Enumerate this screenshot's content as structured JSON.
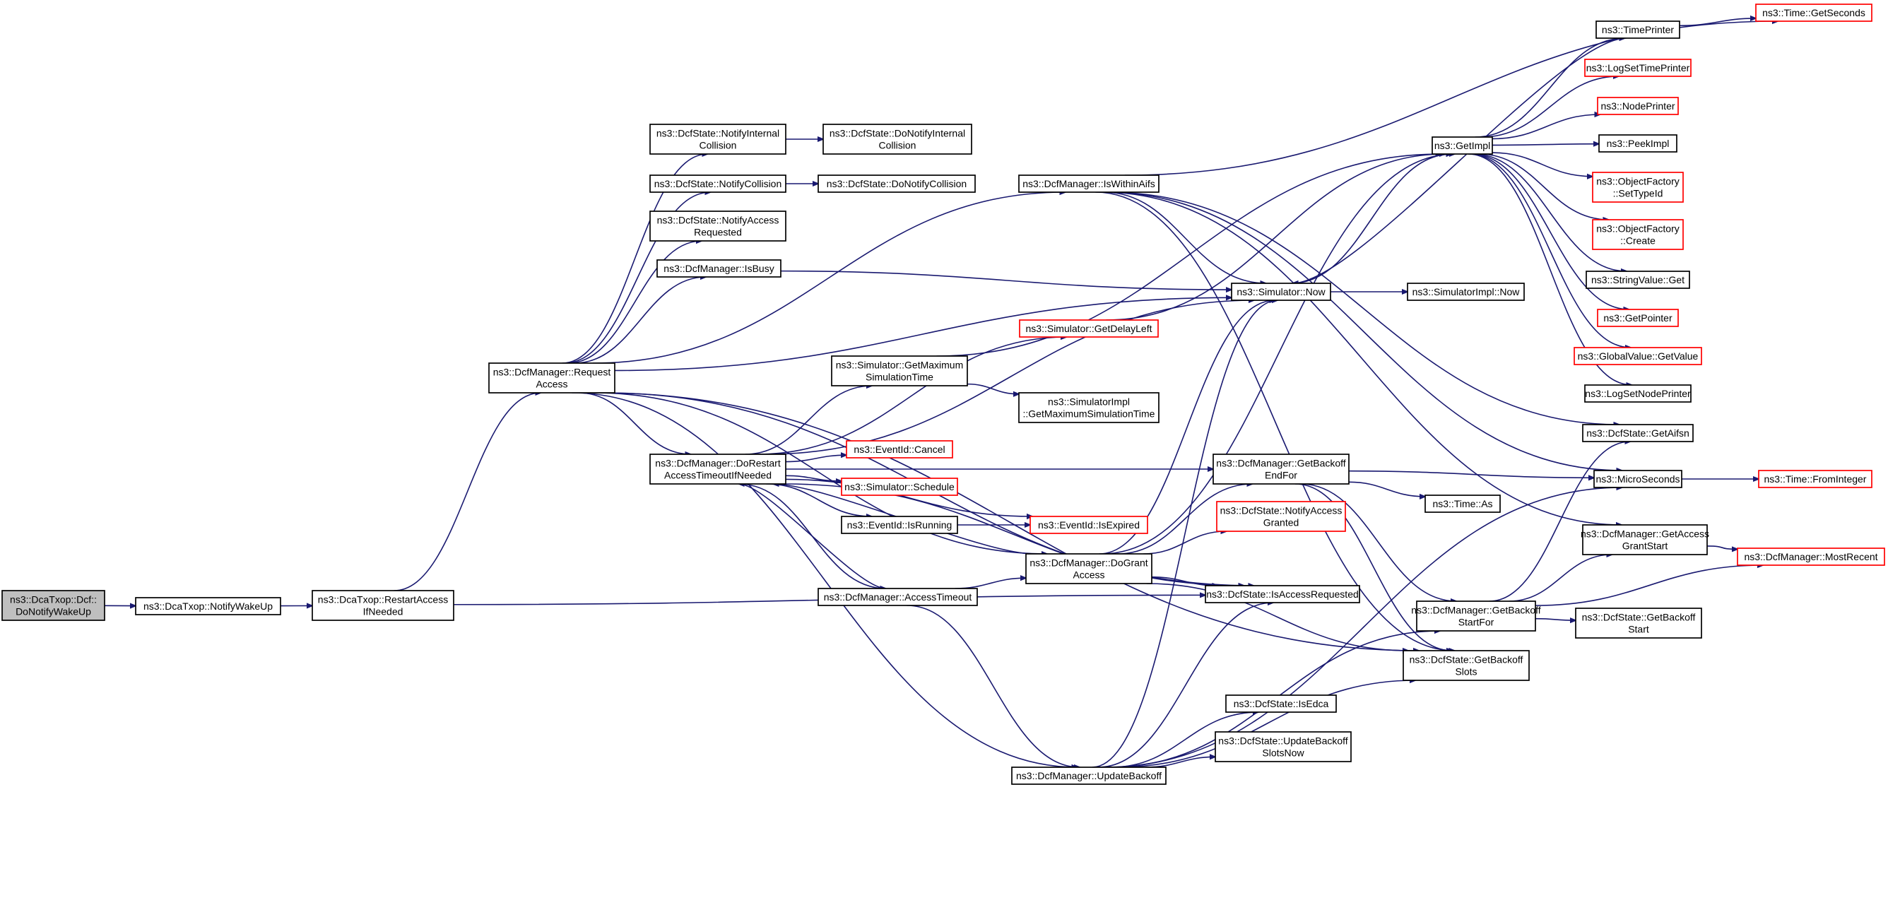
{
  "colors": {
    "edge": "#191970",
    "border_normal": "#000000",
    "border_truncated": "#ff0000",
    "root_fill": "#bfbfbf"
  },
  "nodes": [
    {
      "id": "n_doNotifyWakeUp",
      "lines": [
        "ns3::DcaTxop::Dcf::",
        "DoNotifyWakeUp"
      ],
      "style": "root"
    },
    {
      "id": "n_notifyWakeUp",
      "lines": [
        "ns3::DcaTxop::NotifyWakeUp"
      ],
      "style": "normal"
    },
    {
      "id": "n_restartAccess",
      "lines": [
        "ns3::DcaTxop::RestartAccess",
        "IfNeeded"
      ],
      "style": "normal"
    },
    {
      "id": "n_requestAccess",
      "lines": [
        "ns3::DcfManager::Request",
        "Access"
      ],
      "style": "normal"
    },
    {
      "id": "n_notifyInternalCollision",
      "lines": [
        "ns3::DcfState::NotifyInternal",
        "Collision"
      ],
      "style": "normal"
    },
    {
      "id": "n_doNotifyInternalCollision",
      "lines": [
        "ns3::DcfState::DoNotifyInternal",
        "Collision"
      ],
      "style": "normal"
    },
    {
      "id": "n_notifyCollision",
      "lines": [
        "ns3::DcfState::NotifyCollision"
      ],
      "style": "normal"
    },
    {
      "id": "n_doNotifyCollision",
      "lines": [
        "ns3::DcfState::DoNotifyCollision"
      ],
      "style": "normal"
    },
    {
      "id": "n_notifyAccessRequested",
      "lines": [
        "ns3::DcfState::NotifyAccess",
        "Requested"
      ],
      "style": "normal"
    },
    {
      "id": "n_isBusy",
      "lines": [
        "ns3::DcfManager::IsBusy"
      ],
      "style": "normal"
    },
    {
      "id": "n_doRestart",
      "lines": [
        "ns3::DcfManager::DoRestart",
        "AccessTimeoutIfNeeded"
      ],
      "style": "normal"
    },
    {
      "id": "n_accessTimeout",
      "lines": [
        "ns3::DcfManager::AccessTimeout"
      ],
      "style": "normal"
    },
    {
      "id": "n_isWithinAifs",
      "lines": [
        "ns3::DcfManager::IsWithinAifs"
      ],
      "style": "normal"
    },
    {
      "id": "n_getDelayLeft",
      "lines": [
        "ns3::Simulator::GetDelayLeft"
      ],
      "style": "truncated"
    },
    {
      "id": "n_getMaxSimTime",
      "lines": [
        "ns3::Simulator::GetMaximum",
        "SimulationTime"
      ],
      "style": "normal"
    },
    {
      "id": "n_implGetMaxSimTime",
      "lines": [
        "ns3::SimulatorImpl",
        "::GetMaximumSimulationTime"
      ],
      "style": "normal"
    },
    {
      "id": "n_eventCancel",
      "lines": [
        "ns3::EventId::Cancel"
      ],
      "style": "truncated"
    },
    {
      "id": "n_schedule",
      "lines": [
        "ns3::Simulator::Schedule"
      ],
      "style": "truncated"
    },
    {
      "id": "n_isRunning",
      "lines": [
        "ns3::EventId::IsRunning"
      ],
      "style": "normal"
    },
    {
      "id": "n_isExpired",
      "lines": [
        "ns3::EventId::IsExpired"
      ],
      "style": "truncated"
    },
    {
      "id": "n_doGrantAccess",
      "lines": [
        "ns3::DcfManager::DoGrant",
        "Access"
      ],
      "style": "normal"
    },
    {
      "id": "n_updateBackoff",
      "lines": [
        "ns3::DcfManager::UpdateBackoff"
      ],
      "style": "normal"
    },
    {
      "id": "n_simNow",
      "lines": [
        "ns3::Simulator::Now"
      ],
      "style": "normal"
    },
    {
      "id": "n_implNow",
      "lines": [
        "ns3::SimulatorImpl::Now"
      ],
      "style": "normal"
    },
    {
      "id": "n_getBackoffEndFor",
      "lines": [
        "ns3::DcfManager::GetBackoff",
        "EndFor"
      ],
      "style": "normal"
    },
    {
      "id": "n_notifyAccessGranted",
      "lines": [
        "ns3::DcfState::NotifyAccess",
        "Granted"
      ],
      "style": "truncated"
    },
    {
      "id": "n_isAccessRequested",
      "lines": [
        "ns3::DcfState::IsAccessRequested"
      ],
      "style": "normal"
    },
    {
      "id": "n_isEdca",
      "lines": [
        "ns3::DcfState::IsEdca"
      ],
      "style": "normal"
    },
    {
      "id": "n_updateBackoffSlotsNow",
      "lines": [
        "ns3::DcfState::UpdateBackoff",
        "SlotsNow"
      ],
      "style": "normal"
    },
    {
      "id": "n_getImpl",
      "lines": [
        "ns3::GetImpl"
      ],
      "style": "normal"
    },
    {
      "id": "n_timeAs",
      "lines": [
        "ns3::Time::As"
      ],
      "style": "normal"
    },
    {
      "id": "n_getBackoffStartFor",
      "lines": [
        "ns3::DcfManager::GetBackoff",
        "StartFor"
      ],
      "style": "normal"
    },
    {
      "id": "n_getBackoffSlots",
      "lines": [
        "ns3::DcfState::GetBackoff",
        "Slots"
      ],
      "style": "normal"
    },
    {
      "id": "n_timePrinter",
      "lines": [
        "ns3::TimePrinter"
      ],
      "style": "normal"
    },
    {
      "id": "n_logSetTimePrinter",
      "lines": [
        "ns3::LogSetTimePrinter"
      ],
      "style": "truncated"
    },
    {
      "id": "n_nodePrinter",
      "lines": [
        "ns3::NodePrinter"
      ],
      "style": "truncated"
    },
    {
      "id": "n_peekImpl",
      "lines": [
        "ns3::PeekImpl"
      ],
      "style": "normal"
    },
    {
      "id": "n_setTypeId",
      "lines": [
        "ns3::ObjectFactory",
        "::SetTypeId"
      ],
      "style": "truncated"
    },
    {
      "id": "n_create",
      "lines": [
        "ns3::ObjectFactory",
        "::Create"
      ],
      "style": "truncated"
    },
    {
      "id": "n_stringValueGet",
      "lines": [
        "ns3::StringValue::Get"
      ],
      "style": "normal"
    },
    {
      "id": "n_getPointer",
      "lines": [
        "ns3::GetPointer"
      ],
      "style": "truncated"
    },
    {
      "id": "n_globalValueGetValue",
      "lines": [
        "ns3::GlobalValue::GetValue"
      ],
      "style": "truncated"
    },
    {
      "id": "n_logSetNodePrinter",
      "lines": [
        "ns3::LogSetNodePrinter"
      ],
      "style": "normal"
    },
    {
      "id": "n_getAifsn",
      "lines": [
        "ns3::DcfState::GetAifsn"
      ],
      "style": "normal"
    },
    {
      "id": "n_microSeconds",
      "lines": [
        "ns3::MicroSeconds"
      ],
      "style": "normal"
    },
    {
      "id": "n_getAccessGrantStart",
      "lines": [
        "ns3::DcfManager::GetAccess",
        "GrantStart"
      ],
      "style": "normal"
    },
    {
      "id": "n_getBackoffStart",
      "lines": [
        "ns3::DcfState::GetBackoff",
        "Start"
      ],
      "style": "normal"
    },
    {
      "id": "n_timeGetSeconds",
      "lines": [
        "ns3::Time::GetSeconds"
      ],
      "style": "truncated"
    },
    {
      "id": "n_timeFromInteger",
      "lines": [
        "ns3::Time::FromInteger"
      ],
      "style": "truncated"
    },
    {
      "id": "n_mostRecent",
      "lines": [
        "ns3::DcfManager::MostRecent"
      ],
      "style": "truncated"
    }
  ],
  "edges": [
    [
      "n_doNotifyWakeUp",
      "n_notifyWakeUp"
    ],
    [
      "n_notifyWakeUp",
      "n_restartAccess"
    ],
    [
      "n_restartAccess",
      "n_requestAccess"
    ],
    [
      "n_restartAccess",
      "n_isAccessRequested"
    ],
    [
      "n_requestAccess",
      "n_notifyInternalCollision"
    ],
    [
      "n_requestAccess",
      "n_notifyCollision"
    ],
    [
      "n_requestAccess",
      "n_notifyAccessRequested"
    ],
    [
      "n_requestAccess",
      "n_isBusy"
    ],
    [
      "n_requestAccess",
      "n_doRestart"
    ],
    [
      "n_requestAccess",
      "n_isWithinAifs"
    ],
    [
      "n_requestAccess",
      "n_simNow"
    ],
    [
      "n_requestAccess",
      "n_doGrantAccess"
    ],
    [
      "n_requestAccess",
      "n_updateBackoff"
    ],
    [
      "n_requestAccess",
      "n_isAccessRequested"
    ],
    [
      "n_requestAccess",
      "n_getBackoffSlots"
    ],
    [
      "n_notifyInternalCollision",
      "n_doNotifyInternalCollision"
    ],
    [
      "n_notifyCollision",
      "n_doNotifyCollision"
    ],
    [
      "n_isBusy",
      "n_simNow"
    ],
    [
      "n_doRestart",
      "n_getDelayLeft"
    ],
    [
      "n_doRestart",
      "n_getMaxSimTime"
    ],
    [
      "n_doRestart",
      "n_eventCancel"
    ],
    [
      "n_doRestart",
      "n_schedule"
    ],
    [
      "n_doRestart",
      "n_isRunning"
    ],
    [
      "n_doRestart",
      "n_isExpired"
    ],
    [
      "n_doRestart",
      "n_simNow"
    ],
    [
      "n_doRestart",
      "n_getBackoffEndFor"
    ],
    [
      "n_doRestart",
      "n_accessTimeout"
    ],
    [
      "n_doRestart",
      "n_isAccessRequested"
    ],
    [
      "n_accessTimeout",
      "n_doGrantAccess"
    ],
    [
      "n_accessTimeout",
      "n_doRestart"
    ],
    [
      "n_accessTimeout",
      "n_updateBackoff"
    ],
    [
      "n_getDelayLeft",
      "n_getImpl"
    ],
    [
      "n_getMaxSimTime",
      "n_implGetMaxSimTime"
    ],
    [
      "n_getMaxSimTime",
      "n_getImpl"
    ],
    [
      "n_isRunning",
      "n_isExpired"
    ],
    [
      "n_isWithinAifs",
      "n_simNow"
    ],
    [
      "n_isWithinAifs",
      "n_timeGetSeconds"
    ],
    [
      "n_isWithinAifs",
      "n_getAifsn"
    ],
    [
      "n_isWithinAifs",
      "n_microSeconds"
    ],
    [
      "n_isWithinAifs",
      "n_getAccessGrantStart"
    ],
    [
      "n_isWithinAifs",
      "n_getBackoffSlots"
    ],
    [
      "n_doGrantAccess",
      "n_getBackoffEndFor"
    ],
    [
      "n_doGrantAccess",
      "n_notifyAccessGranted"
    ],
    [
      "n_doGrantAccess",
      "n_isAccessRequested"
    ],
    [
      "n_doGrantAccess",
      "n_simNow"
    ],
    [
      "n_doGrantAccess",
      "n_getImpl"
    ],
    [
      "n_doGrantAccess",
      "n_getBackoffSlots"
    ],
    [
      "n_doGrantAccess",
      "n_doRestart"
    ],
    [
      "n_updateBackoff",
      "n_simNow"
    ],
    [
      "n_updateBackoff",
      "n_isEdca"
    ],
    [
      "n_updateBackoff",
      "n_updateBackoffSlotsNow"
    ],
    [
      "n_updateBackoff",
      "n_getBackoffStartFor"
    ],
    [
      "n_updateBackoff",
      "n_getBackoffSlots"
    ],
    [
      "n_updateBackoff",
      "n_isAccessRequested"
    ],
    [
      "n_updateBackoff",
      "n_microSeconds"
    ],
    [
      "n_simNow",
      "n_implNow"
    ],
    [
      "n_simNow",
      "n_getImpl"
    ],
    [
      "n_getBackoffEndFor",
      "n_timeAs"
    ],
    [
      "n_getBackoffEndFor",
      "n_getBackoffStartFor"
    ],
    [
      "n_getBackoffEndFor",
      "n_getBackoffSlots"
    ],
    [
      "n_getBackoffEndFor",
      "n_microSeconds"
    ],
    [
      "n_getBackoffStartFor",
      "n_getAccessGrantStart"
    ],
    [
      "n_getBackoffStartFor",
      "n_getBackoffStart"
    ],
    [
      "n_getBackoffStartFor",
      "n_mostRecent"
    ],
    [
      "n_getBackoffStartFor",
      "n_getAifsn"
    ],
    [
      "n_getImpl",
      "n_timePrinter"
    ],
    [
      "n_getImpl",
      "n_logSetTimePrinter"
    ],
    [
      "n_getImpl",
      "n_nodePrinter"
    ],
    [
      "n_getImpl",
      "n_peekImpl"
    ],
    [
      "n_getImpl",
      "n_setTypeId"
    ],
    [
      "n_getImpl",
      "n_create"
    ],
    [
      "n_getImpl",
      "n_stringValueGet"
    ],
    [
      "n_getImpl",
      "n_getPointer"
    ],
    [
      "n_getImpl",
      "n_globalValueGetValue"
    ],
    [
      "n_getImpl",
      "n_logSetNodePrinter"
    ],
    [
      "n_timePrinter",
      "n_timeGetSeconds"
    ],
    [
      "n_timePrinter",
      "n_simNow"
    ],
    [
      "n_microSeconds",
      "n_timeFromInteger"
    ],
    [
      "n_getAccessGrantStart",
      "n_mostRecent"
    ]
  ]
}
